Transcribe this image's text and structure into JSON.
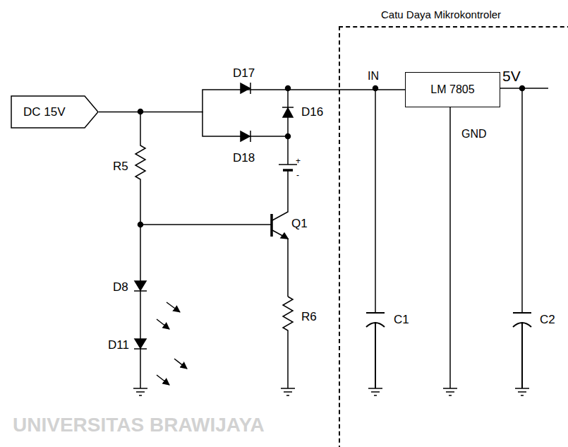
{
  "diagram": {
    "nodes": [
      {
        "text": [
          "Catu Daya Mikrokontroler"
        ]
      },
      {
        "text": [
          "LM 7805"
        ],
        "in": 0
      },
      {
        "text": [
          "DC 15V"
        ]
      }
    ],
    "edges": [
      {
        "from": 2,
        "to": 1,
        "arrow": "none"
      }
    ],
    "labels": [
      "D17",
      "D16",
      "D18",
      "R5",
      "Q1",
      "D8",
      "D11",
      "R6",
      "IN",
      "5V",
      "GND",
      "C1",
      "C2",
      "+",
      "-",
      "UNIVERSITAS BRAWIJAYA"
    ]
  }
}
